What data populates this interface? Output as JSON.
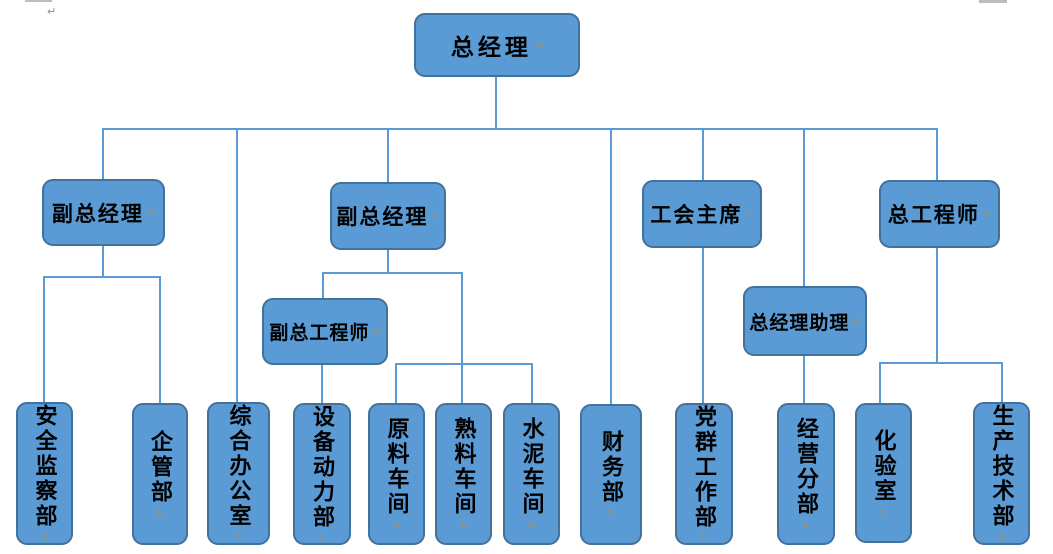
{
  "diagram_type": "org-chart",
  "nodes": [
    {
      "id": "general-manager",
      "label": "总经理"
    },
    {
      "id": "deputy-general-manager-1",
      "label": "副总经理"
    },
    {
      "id": "deputy-general-manager-2",
      "label": "副总经理"
    },
    {
      "id": "union-chairman",
      "label": "工会主席"
    },
    {
      "id": "chief-engineer",
      "label": "总工程师"
    },
    {
      "id": "deputy-chief-engineer",
      "label": "副总工程师"
    },
    {
      "id": "gm-assistant",
      "label": "总经理助理"
    },
    {
      "id": "safety-supervision-dept",
      "label": "安全监察部"
    },
    {
      "id": "enterprise-mgmt-dept",
      "label": "企管部"
    },
    {
      "id": "general-office",
      "label": "综合办公室"
    },
    {
      "id": "equipment-power-dept",
      "label": "设备动力部"
    },
    {
      "id": "raw-material-workshop",
      "label": "原料车间"
    },
    {
      "id": "clinker-workshop",
      "label": "熟料车间"
    },
    {
      "id": "cement-workshop",
      "label": "水泥车间"
    },
    {
      "id": "finance-dept",
      "label": "财务部"
    },
    {
      "id": "party-mass-work-dept",
      "label": "党群工作部"
    },
    {
      "id": "operations-branch",
      "label": "经营分部"
    },
    {
      "id": "laboratory",
      "label": "化验室"
    },
    {
      "id": "production-tech-dept",
      "label": "生产技术部"
    }
  ],
  "edges": [
    {
      "from": "general-manager",
      "to": "deputy-general-manager-1"
    },
    {
      "from": "general-manager",
      "to": "general-office"
    },
    {
      "from": "general-manager",
      "to": "deputy-general-manager-2"
    },
    {
      "from": "general-manager",
      "to": "finance-dept"
    },
    {
      "from": "general-manager",
      "to": "union-chairman"
    },
    {
      "from": "general-manager",
      "to": "gm-assistant"
    },
    {
      "from": "general-manager",
      "to": "chief-engineer"
    },
    {
      "from": "deputy-general-manager-1",
      "to": "safety-supervision-dept"
    },
    {
      "from": "deputy-general-manager-1",
      "to": "enterprise-mgmt-dept"
    },
    {
      "from": "deputy-general-manager-2",
      "to": "deputy-chief-engineer"
    },
    {
      "from": "deputy-general-manager-2",
      "to": "raw-material-workshop"
    },
    {
      "from": "deputy-general-manager-2",
      "to": "clinker-workshop"
    },
    {
      "from": "deputy-general-manager-2",
      "to": "cement-workshop"
    },
    {
      "from": "deputy-chief-engineer",
      "to": "equipment-power-dept"
    },
    {
      "from": "union-chairman",
      "to": "party-mass-work-dept"
    },
    {
      "from": "gm-assistant",
      "to": "operations-branch"
    },
    {
      "from": "chief-engineer",
      "to": "laboratory"
    },
    {
      "from": "chief-engineer",
      "to": "production-tech-dept"
    }
  ],
  "marks": {
    "paragraph_mark": "↵"
  },
  "colors": {
    "node_fill": "#5b9bd5",
    "node_border": "#41719c",
    "connector": "#5b9bd5",
    "paragraph_mark": "#b08d57",
    "page_edge_mark": "#bdbdbd"
  }
}
